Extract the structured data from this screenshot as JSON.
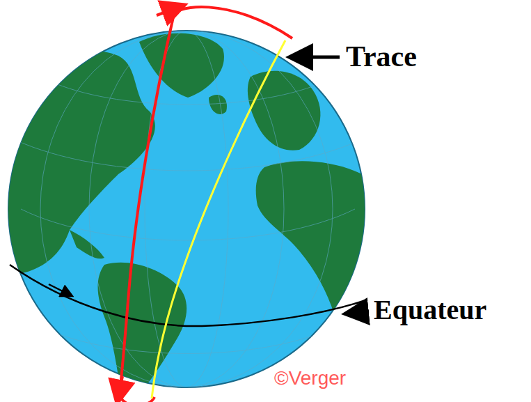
{
  "diagram": {
    "labels": [
      "Trace",
      "Equateur",
      "©Verger"
    ]
  }
}
